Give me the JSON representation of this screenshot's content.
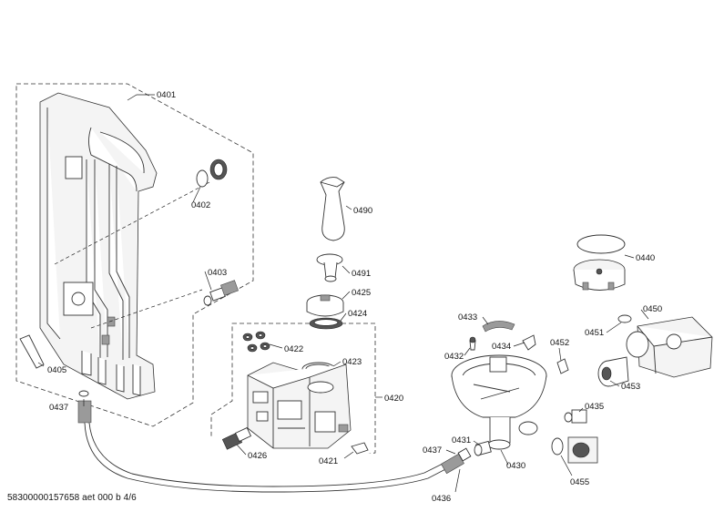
{
  "part_labels": {
    "p0401": "0401",
    "p0402": "0402",
    "p0403": "0403",
    "p0405": "0405",
    "p0437a": "0437",
    "p0490": "0490",
    "p0491": "0491",
    "p0425": "0425",
    "p0424": "0424",
    "p0422": "0422",
    "p0423": "0423",
    "p0420": "0420",
    "p0426": "0426",
    "p0421": "0421",
    "p0433": "0433",
    "p0432": "0432",
    "p0434": "0434",
    "p0452": "0452",
    "p0440": "0440",
    "p0450": "0450",
    "p0451": "0451",
    "p0453": "0453",
    "p0435": "0435",
    "p0437b": "0437",
    "p0431": "0431",
    "p0430": "0430",
    "p0455": "0455",
    "p0436": "0436"
  },
  "footer": {
    "doc_id": "58300000157658 aet 000 b 4/6"
  }
}
